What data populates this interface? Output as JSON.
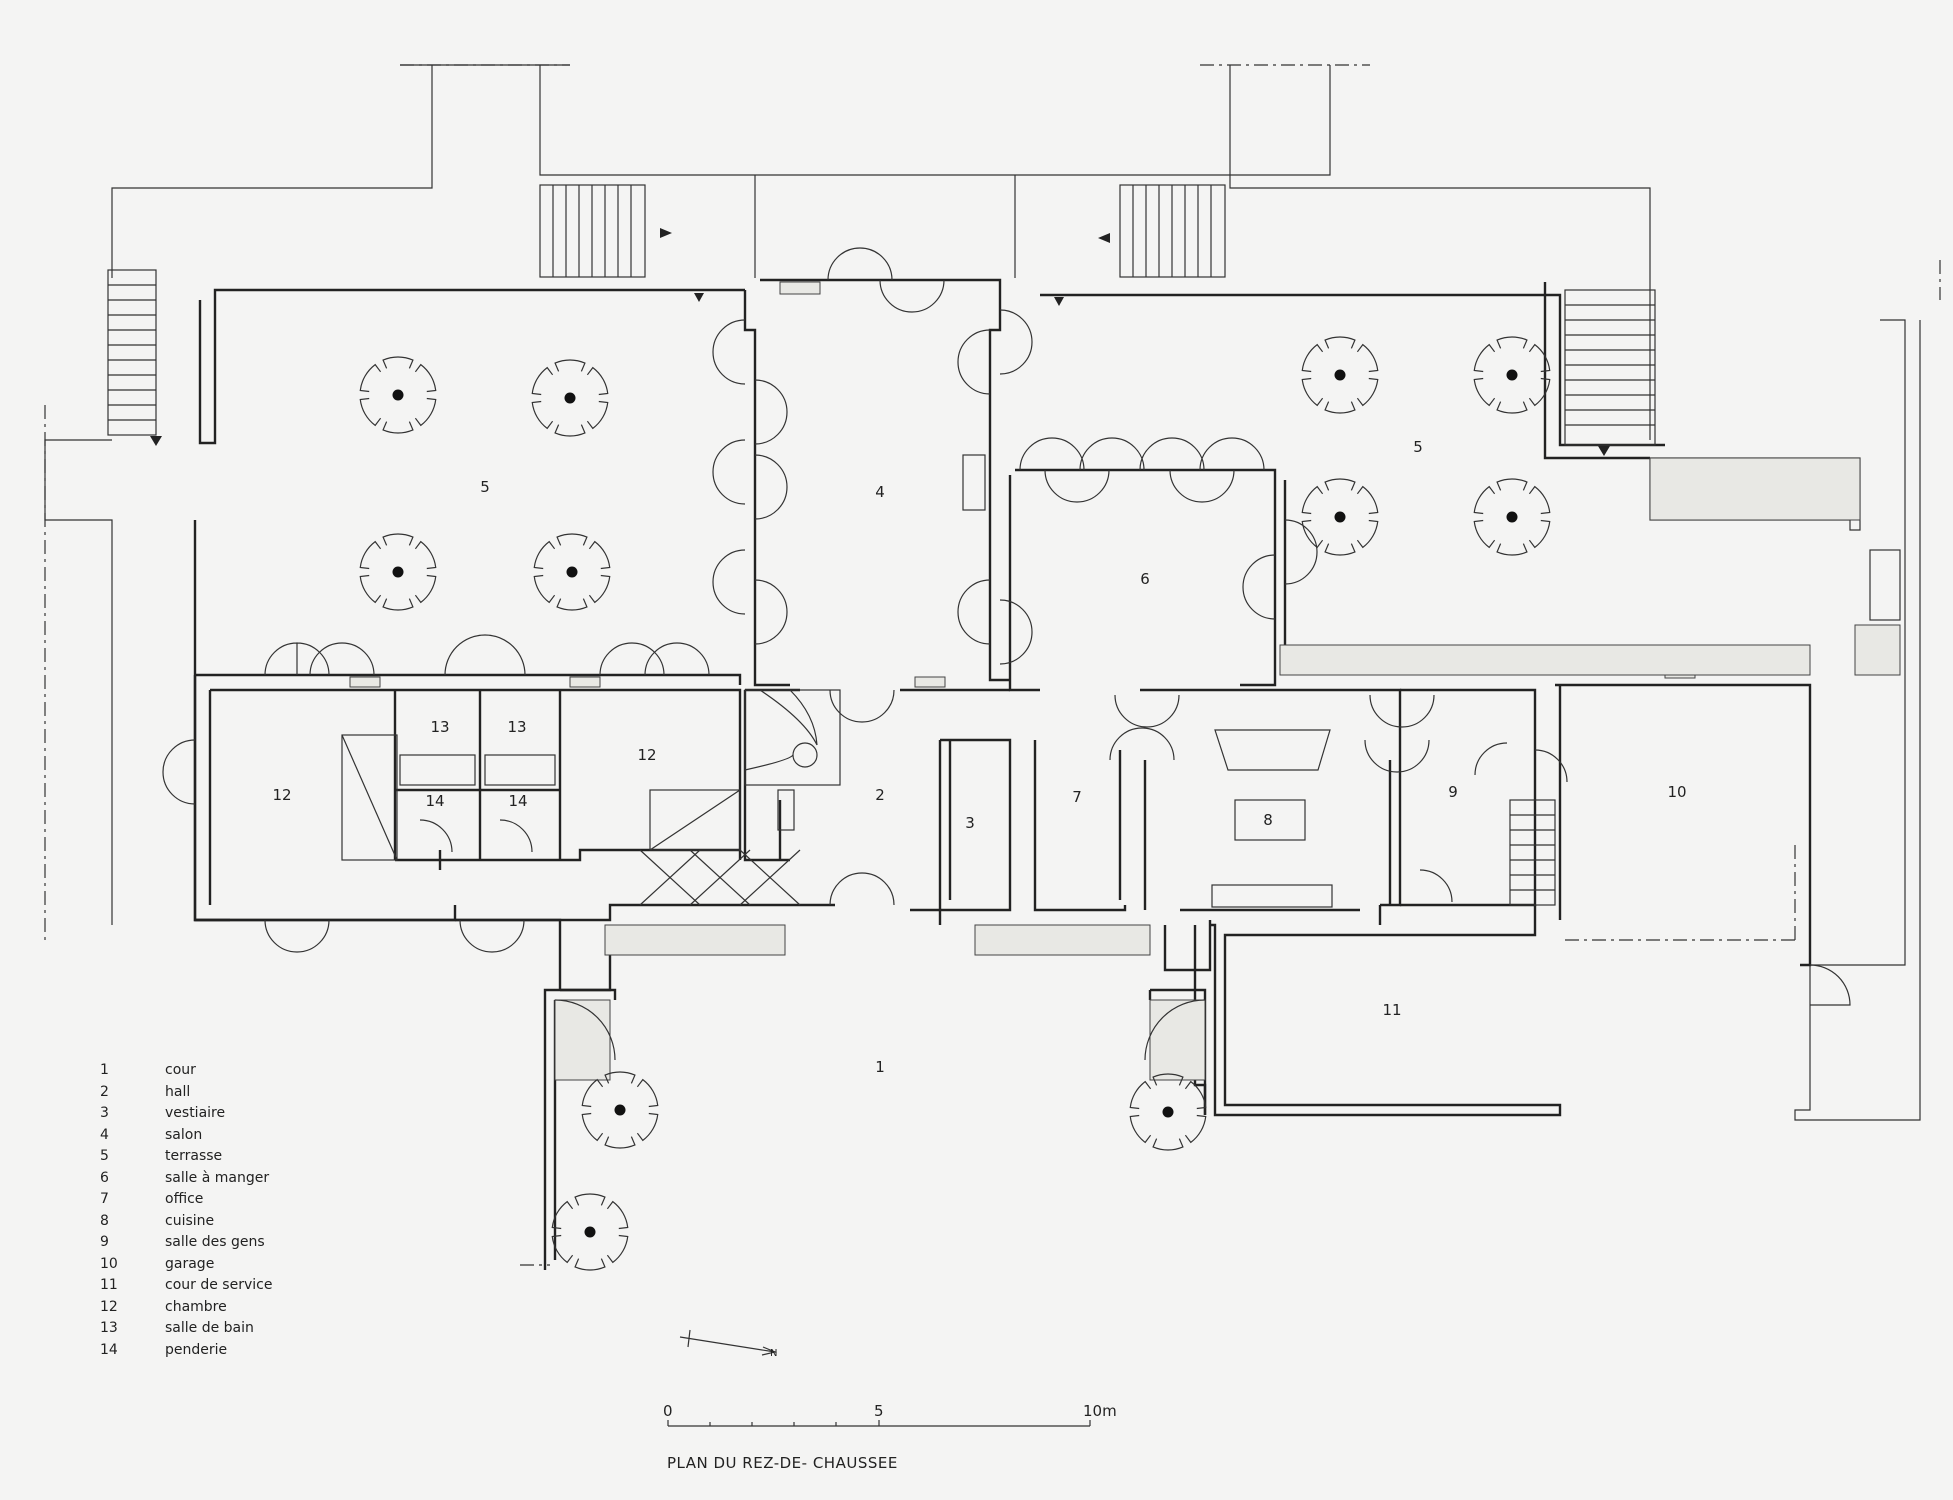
{
  "rooms": [
    {
      "n": "1"
    },
    {
      "n": "2"
    },
    {
      "n": "3"
    },
    {
      "n": "4"
    },
    {
      "n": "5"
    },
    {
      "n": "5"
    },
    {
      "n": "6"
    },
    {
      "n": "7"
    },
    {
      "n": "8"
    },
    {
      "n": "9"
    },
    {
      "n": "10"
    },
    {
      "n": "11"
    },
    {
      "n": "12"
    },
    {
      "n": "12"
    },
    {
      "n": "13"
    },
    {
      "n": "13"
    },
    {
      "n": "14"
    },
    {
      "n": "14"
    }
  ],
  "legend": [
    {
      "num": "1",
      "label": "cour"
    },
    {
      "num": "2",
      "label": "hall"
    },
    {
      "num": "3",
      "label": "vestiaire"
    },
    {
      "num": "4",
      "label": "salon"
    },
    {
      "num": "5",
      "label": "terrasse"
    },
    {
      "num": "6",
      "label": "salle à manger"
    },
    {
      "num": "7",
      "label": "office"
    },
    {
      "num": "8",
      "label": "cuisine"
    },
    {
      "num": "9",
      "label": "salle des gens"
    },
    {
      "num": "10",
      "label": "garage"
    },
    {
      "num": "11",
      "label": "cour de service"
    },
    {
      "num": "12",
      "label": "chambre"
    },
    {
      "num": "13",
      "label": "salle de bain"
    },
    {
      "num": "14",
      "label": "penderie"
    }
  ],
  "scale": {
    "tick0": "0",
    "tick5": "5",
    "tick10": "10m"
  },
  "title": "PLAN DU REZ-DE- CHAUSSEE",
  "north_label": "N"
}
